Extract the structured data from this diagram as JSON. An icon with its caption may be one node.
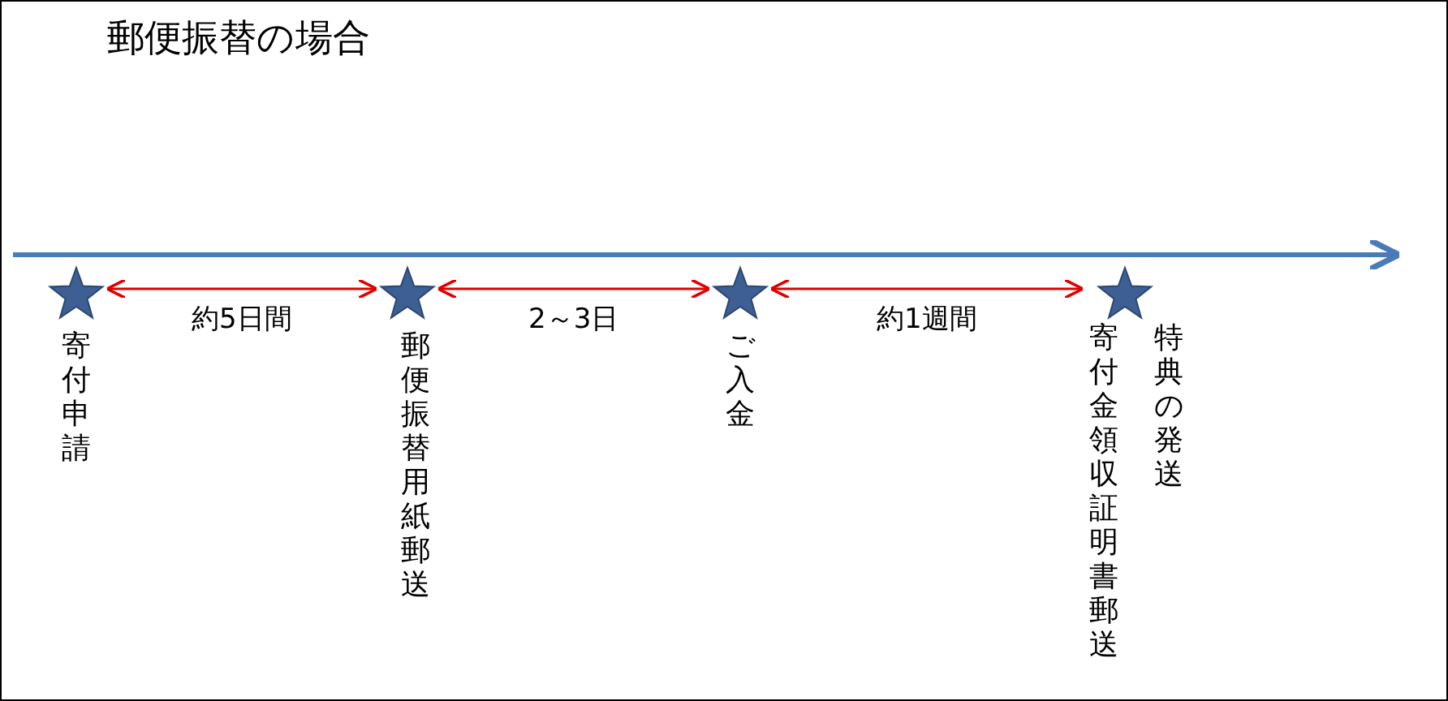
{
  "diagram": {
    "title": "郵便振替の場合",
    "nodes": [
      {
        "text": [
          "寄付申請"
        ]
      },
      {
        "text": [
          "郵便振替用紙郵送"
        ]
      },
      {
        "text": [
          "ご入金"
        ]
      },
      {
        "text": [
          "寄付金領収証明書郵送",
          "特典の発送"
        ]
      }
    ],
    "edges": [
      {
        "from": 0,
        "to": 1,
        "arrow": "both",
        "label": "約5日間"
      },
      {
        "from": 1,
        "to": 2,
        "arrow": "both",
        "label": "2～3日"
      },
      {
        "from": 2,
        "to": 3,
        "arrow": "both",
        "label": "約1週間"
      }
    ]
  }
}
